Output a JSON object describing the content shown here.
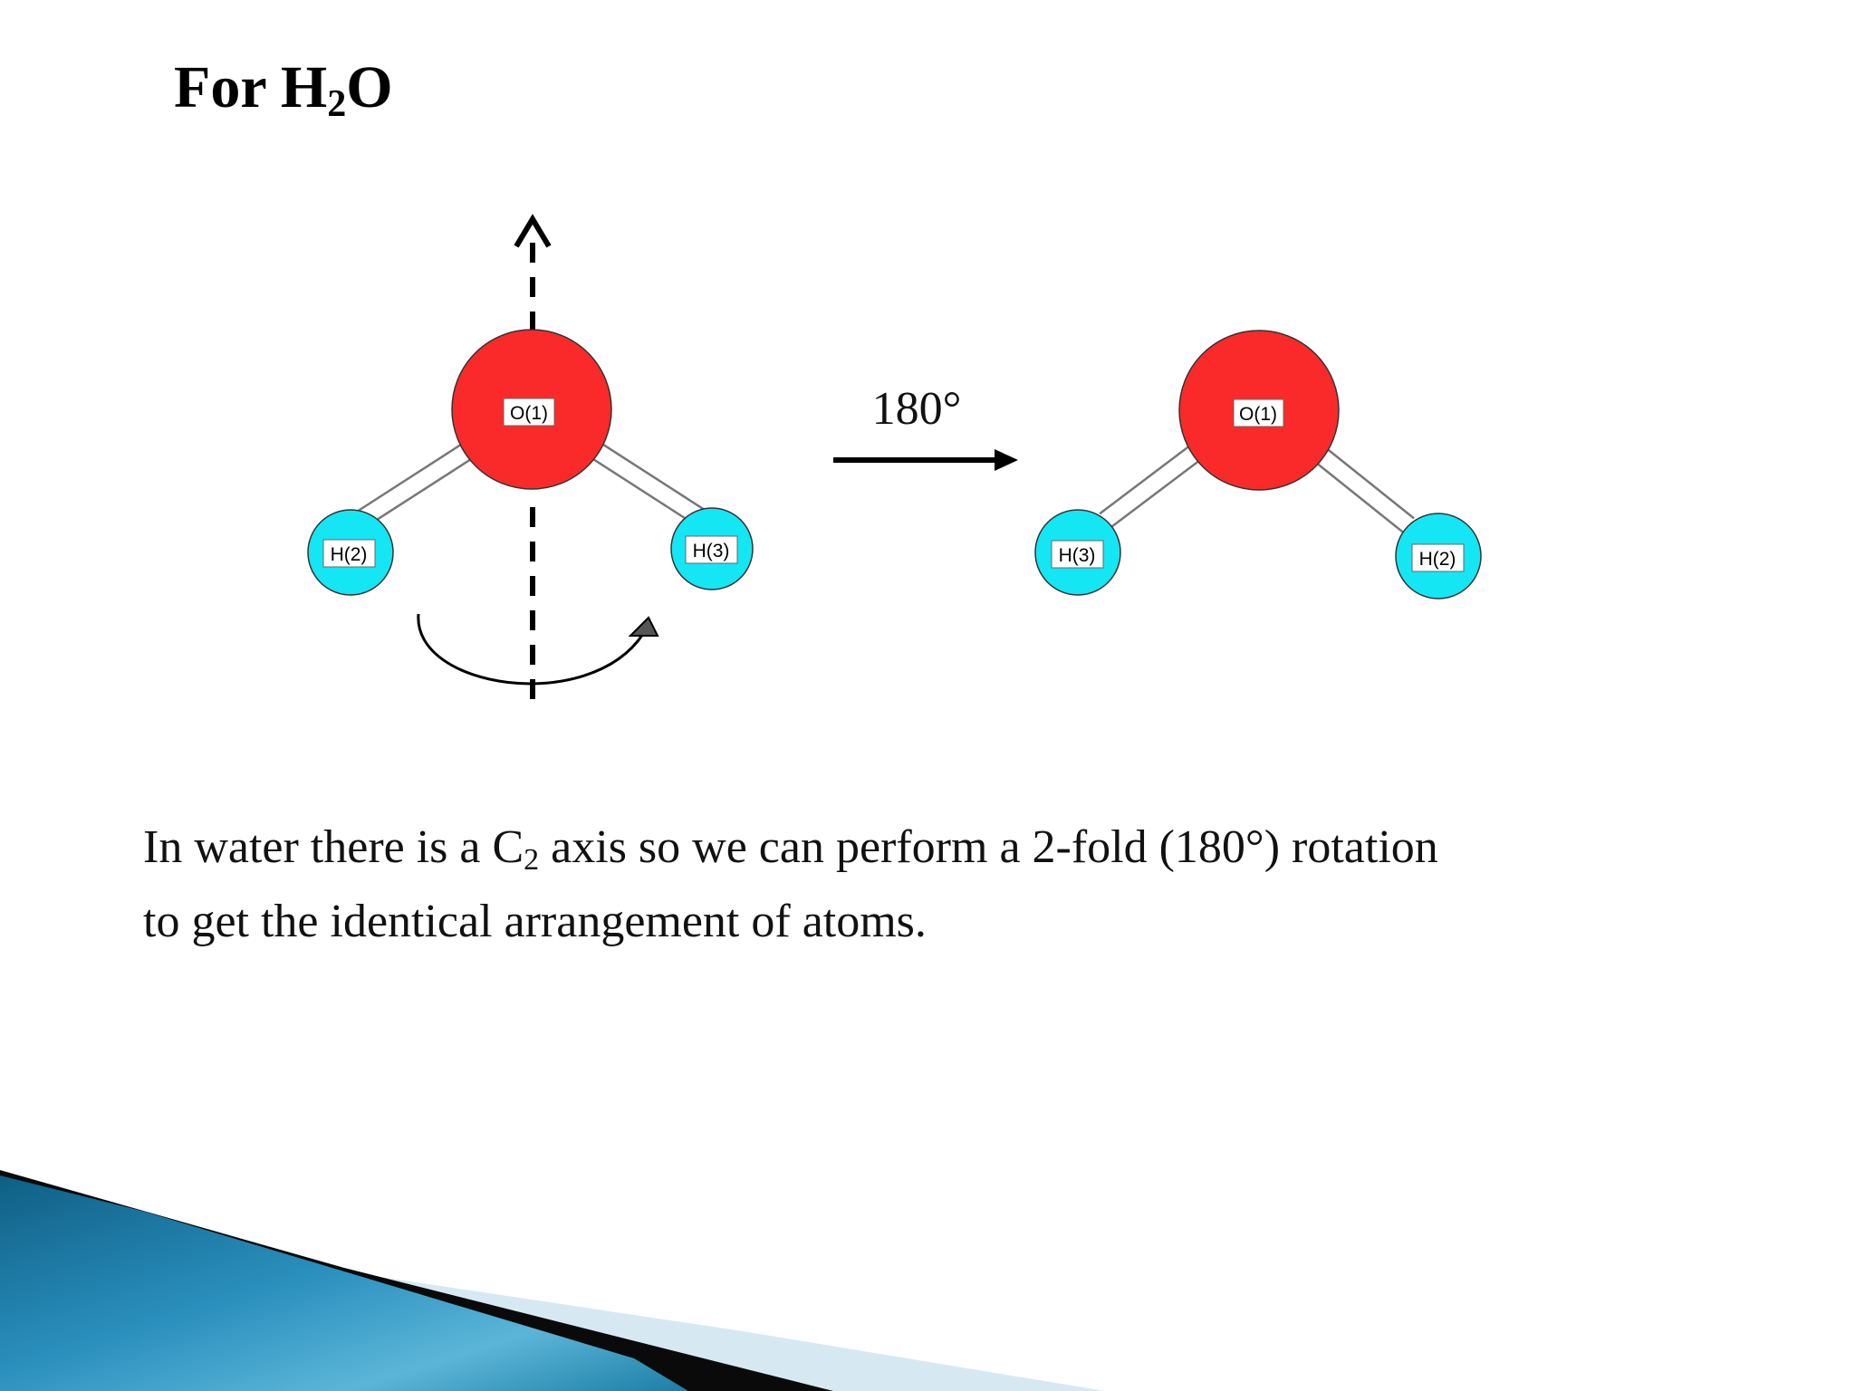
{
  "title": {
    "prefix": "For H",
    "subscript": "2",
    "suffix": "O"
  },
  "rotation": {
    "angle_label": "180°"
  },
  "molecule_before": {
    "center_atom": "O(1)",
    "left_atom": "H(2)",
    "right_atom": "H(3)"
  },
  "molecule_after": {
    "center_atom": "O(1)",
    "left_atom": "H(3)",
    "right_atom": "H(2)"
  },
  "caption": {
    "line1_part1": "In water there is a C",
    "line1_sub": "2",
    "line1_part2": " axis so we can perform a 2-fold (180°) rotation",
    "line2": "to get the identical arrangement of atoms."
  },
  "colors": {
    "oxygen": "#fa2a2a",
    "hydrogen": "#15e6f4",
    "accent_blue": "#1d7ea6",
    "light_blue": "#cfe6f2"
  }
}
